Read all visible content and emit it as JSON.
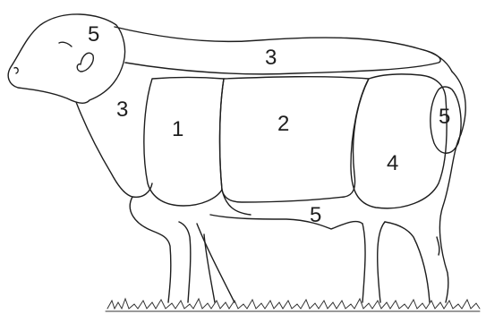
{
  "diagram": {
    "regions": [
      {
        "id": "head",
        "label": "5"
      },
      {
        "id": "back",
        "label": "3"
      },
      {
        "id": "neck",
        "label": "3"
      },
      {
        "id": "shoulder",
        "label": "1"
      },
      {
        "id": "middle",
        "label": "2"
      },
      {
        "id": "leg",
        "label": "4"
      },
      {
        "id": "tail",
        "label": "5"
      },
      {
        "id": "belly",
        "label": "5"
      }
    ]
  }
}
